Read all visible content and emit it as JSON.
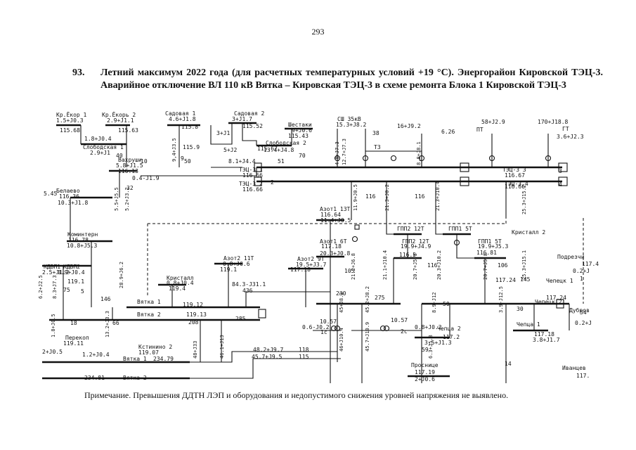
{
  "page_number": "293",
  "heading": {
    "number": "93.",
    "text": "Летний максимум 2022 года (для расчетных температурных условий +19 °С). Энергорайон Кировской ТЭЦ-3. Аварийное отключение ВЛ 110 кВ Вятка – Кировская ТЭЦ-3 в схеме ремонта Блока 1 Кировской ТЭЦ-3"
  },
  "note": "Примечание. Превышения ДДТН ЛЭП и оборудования и недопустимого снижения уровней напряжения не выявлено.",
  "labels": [
    "Кр.Ёкор 1",
    "1.5+J0.3",
    "115.68",
    "Кр.Ёкорь 2",
    "2.9+J1.1",
    "115.63",
    "Садовая 1",
    "4.6+J1.8",
    "115.8",
    "Садовая 2",
    "3+J1.7",
    "115.52",
    "Шестаки",
    "9+J0.6",
    "115.43",
    "СШ 35кВ",
    "15.3+J8.2",
    "38",
    "16+J9.2",
    "6.26",
    "58+J2.9",
    "ПТ",
    "170+J18.8",
    "ГТ",
    "3.6+J2.3",
    "1.8+J0.4",
    "Слободская 1",
    "2.9+J1",
    "115.9",
    "3+J1",
    "5+J2",
    "Слободская 2",
    "115.67",
    "13.4+J4.8",
    "70",
    "Т3",
    "8.1+J4.4",
    "51",
    "Вахруши",
    "5.8+J1.5",
    "116.13",
    "10",
    "0.4-J1.9",
    "ТЭЦ-3 1",
    "116.66",
    "ТЭЦ-3 2",
    "116.66",
    "50",
    "2",
    "ТЭЦ-3 3",
    "116.67",
    "ТЭЦ-3 4",
    "116.66",
    "3",
    "4",
    "5.45",
    "Белаево",
    "116.36",
    "10.3+J1.8",
    "Азот1 13Т",
    "116.64",
    "11.4+J0.5",
    "116",
    "116",
    "ГПП2 12Т",
    "ГПП1 5Т",
    "Кристалл 2",
    "Коминтерн",
    "116.78",
    "10.8+J5.3",
    "Азот1 6Т",
    "117.18",
    "20.3+J0.8",
    "105",
    "ГПП2 12Т",
    "19.9+J4.9",
    "116.5",
    "116",
    "ГПП1 5Т",
    "19.9+J5.3",
    "116.81",
    "106",
    "Азот2 11Т",
    "0.8+J0.6",
    "119.1",
    "Азот2 9Т",
    "19.5+J3.7",
    "117.18",
    "Подрезчи",
    "117.4",
    "0.2+J",
    "1",
    "КДВП1",
    "КДВП2",
    "2.5+J1.2",
    "0.9+J0.4",
    "119.1",
    "Кристалл",
    "0.8+J0.4",
    "119.4",
    "84.3-J31.1",
    "436",
    "117.24",
    "117.24",
    "Чепецк 1",
    "Чепецк 2",
    "Вятка 1",
    "119.12",
    "Вятка 2",
    "119.13",
    "230",
    "275",
    "208",
    "285",
    "10.57",
    "0.6-J0.2",
    "1с",
    "10.57",
    "0.8+J0.2",
    "2с",
    "Чепца 2",
    "117.2",
    "3.5+J1.3",
    "Чепца 1",
    "117.18",
    "3.8+J1.7",
    "Дубров",
    "0.2+J",
    "Перекоп",
    "119.11",
    "2+J0.5",
    "1.2+J0.4",
    "Кстинино 2",
    "119.07",
    "Вятка 1",
    "234.79",
    "48.2+J9.7",
    "118",
    "45.7+J9.5",
    "115",
    "234.81",
    "Вятка 2",
    "Проснице",
    "117.19",
    "2+J0.6",
    "Иванцев",
    "117.",
    "75",
    "5",
    "18",
    "66",
    "146",
    "40",
    "9",
    "50",
    "30",
    "54",
    "59",
    "32",
    "14",
    "145"
  ],
  "vertical_labels": [
    "9,4+J3.5",
    "11.9+J0.5",
    "21.3+J0.2",
    "21.3+J10.4",
    "25.3+J15.2",
    "12.7+J7.3",
    "5.5+J5.5",
    "4.8+J7.3",
    "8.8+J8.1",
    "5.2+J3.2",
    "21.2+J6.8",
    "21.1+J10.4",
    "20.7+J5.5",
    "20.3+J10.2",
    "20.7+J5.8",
    "25.3+J15.1",
    "28.9+J6.2",
    "8.3+J7.3",
    "6.2+J2.5",
    "45+J8.3",
    "45.2+J8.2",
    "46+J10.4",
    "45.7+J10.9",
    "8.9-J12",
    "3.9-J12.5",
    "1.8+J0.5",
    "13.2+J3.3",
    "48+J33",
    "46.1+J13",
    "6.3+J5.8"
  ]
}
